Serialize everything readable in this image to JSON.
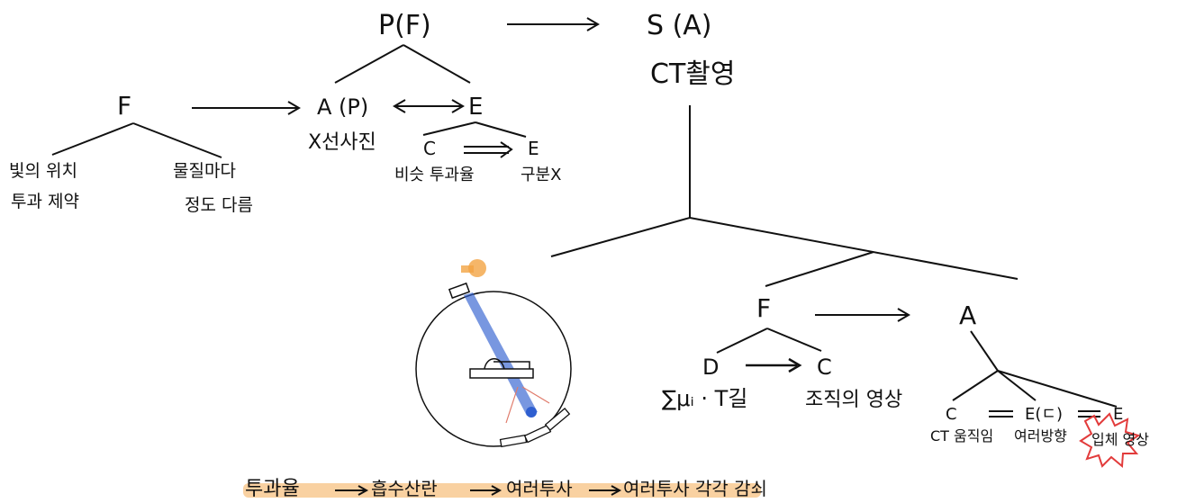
{
  "nodes": {
    "p_f": "P(F)",
    "s_a": "S (A)",
    "ct_label": "CT촬영",
    "f_top": "F",
    "a_p": "A (P)",
    "xray_photo": "X선사진",
    "e_top": "E",
    "light_position": "빛의 위치",
    "transmit_limit": "투과 제약",
    "per_material": "물질마다",
    "degree_differs": "정도 다름",
    "c_top": "C",
    "similar_transmittance": "비슷 투과율",
    "e_sub": "E",
    "distinguish_x": "구분X",
    "f_mid": "F",
    "a_mid": "A",
    "d_node": "D",
    "c_mid": "C",
    "d_formula": "∑μᵢ · T길",
    "tissue_image": "조직의 영상",
    "c_bottom": "C",
    "ct_movement": "CT 움직임",
    "e_paren": "E(ㄷ)",
    "multi_angle": "여러방향",
    "e_bottom": "E",
    "burst_text": "입체 영상",
    "bottom_line": [
      "투과율",
      "흡수산란",
      "여러투사",
      "여러투사 각각 감쇠"
    ]
  },
  "colors": {
    "ink": "#111111",
    "beam": "#2f5fd0",
    "source": "#f2a444",
    "highlight": "#f7c58a",
    "arrow_red": "#e07a6a",
    "burst": "#e23b3b"
  }
}
